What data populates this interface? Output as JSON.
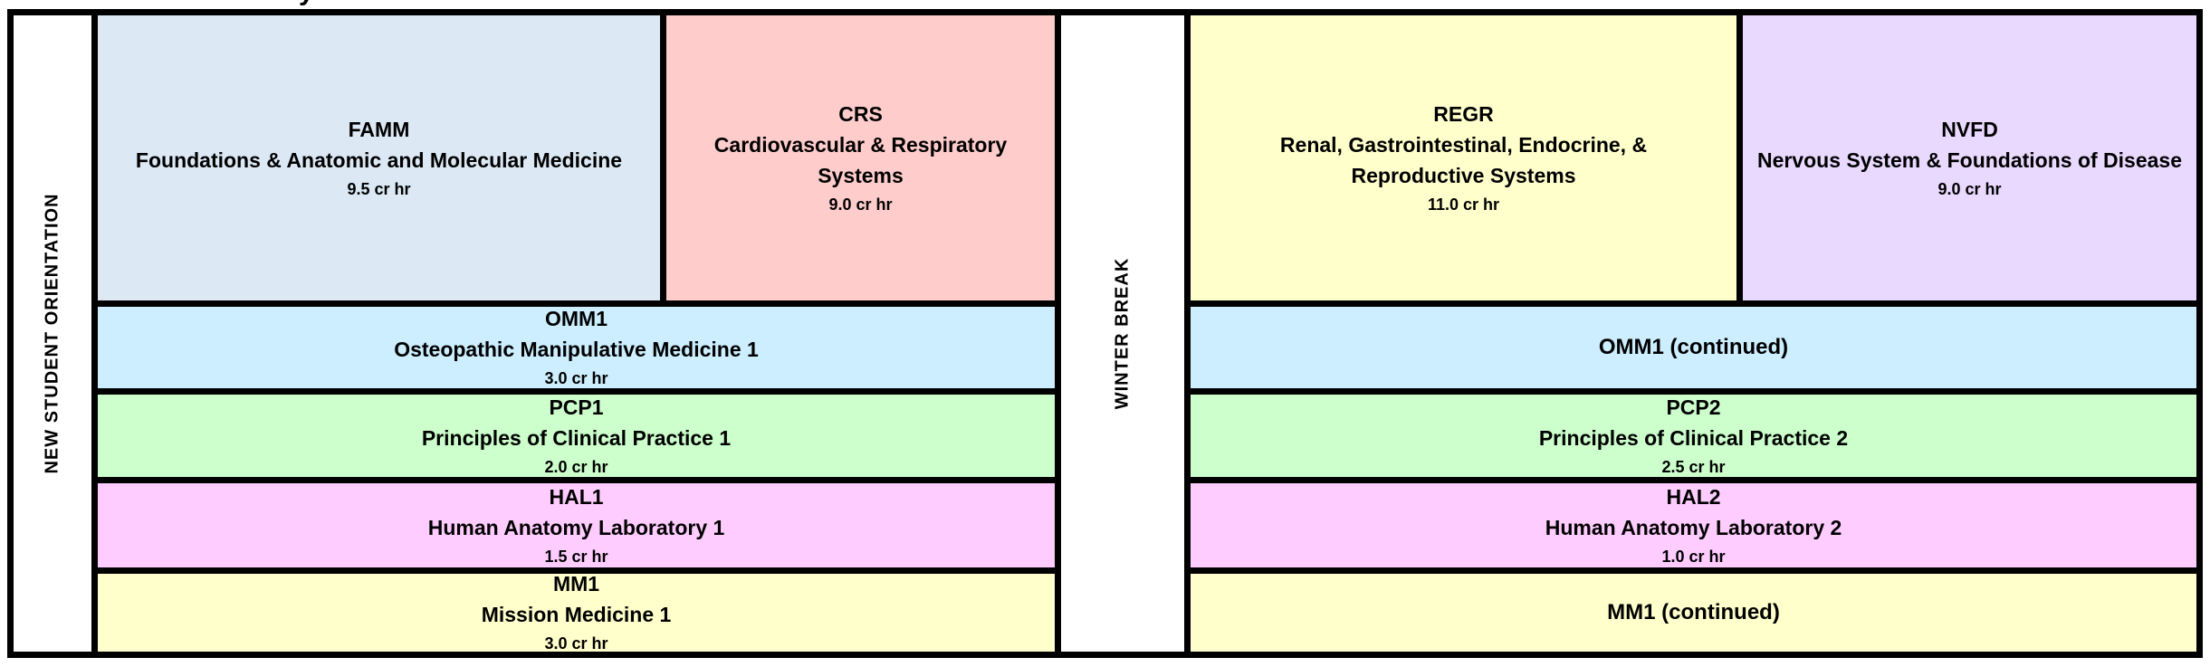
{
  "header_fragment": "y",
  "side_labels": {
    "orientation": "NEW STUDENT ORIENTATION",
    "break": "WINTER BREAK"
  },
  "colors": {
    "famm": "#dce9f5",
    "crs": "#ffcccc",
    "regr": "#ffffcc",
    "nvfd": "#ead9ff",
    "omm": "#cceeff",
    "pcp": "#ccffcc",
    "hal": "#ffccff",
    "mm": "#ffffcc"
  },
  "semester1": {
    "courses": [
      {
        "code": "FAMM",
        "name": "Foundations & Anatomic and Molecular Medicine",
        "credits": "9.5 cr hr"
      },
      {
        "code": "CRS",
        "name": "Cardiovascular & Respiratory Systems",
        "credits": "9.0 cr hr"
      }
    ],
    "longitudinal": [
      {
        "code": "OMM1",
        "name": "Osteopathic Manipulative Medicine 1",
        "credits": "3.0 cr hr"
      },
      {
        "code": "PCP1",
        "name": "Principles of Clinical Practice 1",
        "credits": "2.0 cr hr"
      },
      {
        "code": "HAL1",
        "name": "Human Anatomy Laboratory 1",
        "credits": "1.5 cr hr"
      },
      {
        "code": "MM1",
        "name": "Mission Medicine 1",
        "credits": "3.0 cr hr"
      }
    ]
  },
  "semester2": {
    "courses": [
      {
        "code": "REGR",
        "name": "Renal, Gastrointestinal, Endocrine, & Reproductive Systems",
        "credits": "11.0 cr hr"
      },
      {
        "code": "NVFD",
        "name": "Nervous System & Foundations of Disease",
        "credits": "9.0 cr hr"
      }
    ],
    "longitudinal": {
      "omm": "OMM1 (continued)",
      "pcp": {
        "code": "PCP2",
        "name": "Principles of Clinical Practice 2",
        "credits": "2.5 cr hr"
      },
      "hal": {
        "code": "HAL2",
        "name": "Human Anatomy Laboratory 2",
        "credits": "1.0 cr hr"
      },
      "mm": "MM1 (continued)"
    }
  }
}
